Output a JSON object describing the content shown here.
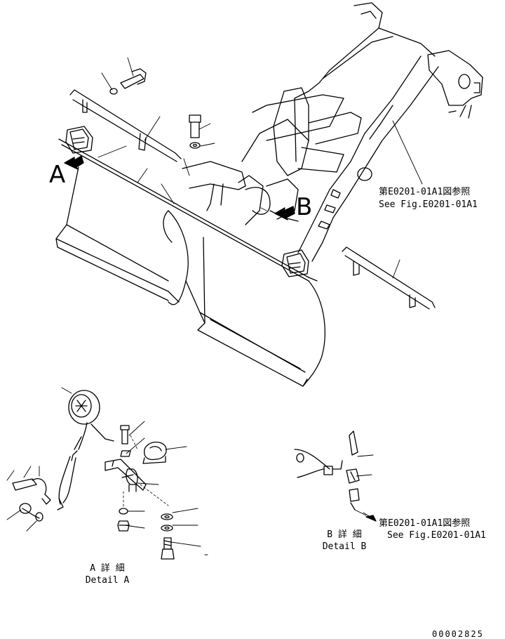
{
  "labels": {
    "view_a": "A",
    "view_b": "B"
  },
  "references": {
    "main": {
      "jp": "第E0201-01A1図参照",
      "en": "See Fig.E0201-01A1"
    },
    "detail_b": {
      "jp": "第E0201-01A1図参照",
      "en": "See Fig.E0201-01A1"
    }
  },
  "details": {
    "a": {
      "jp": "A 詳 細",
      "en": "Detail A"
    },
    "b": {
      "jp": "B 詳 細",
      "en": "Detail B"
    }
  },
  "page_number": "00002825"
}
